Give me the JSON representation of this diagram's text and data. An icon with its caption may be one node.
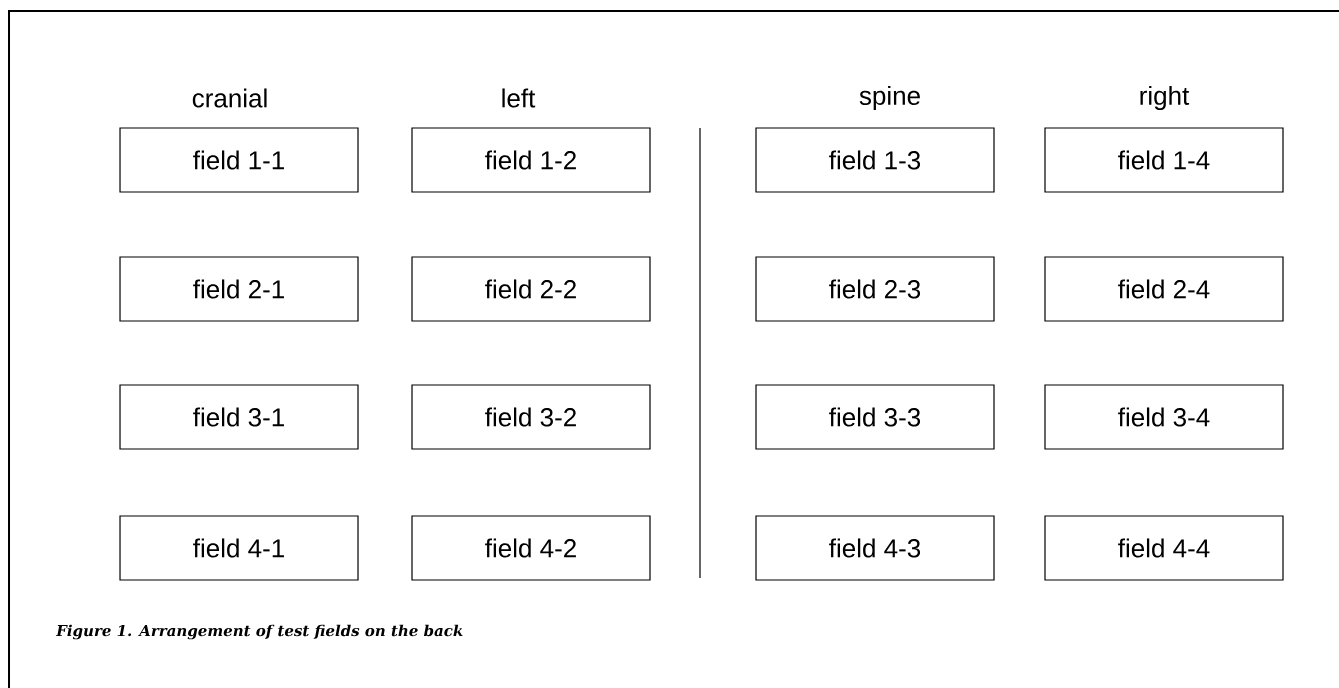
{
  "diagram": {
    "caption": "Figure 1. Arrangement of test fields on the back",
    "nodes": [
      {
        "text": [
          "field 1-1"
        ]
      },
      {
        "text": [
          "field 1-2"
        ]
      },
      {
        "text": [
          "field 1-3"
        ]
      },
      {
        "text": [
          "field 1-4"
        ]
      },
      {
        "text": [
          "field 2-1"
        ]
      },
      {
        "text": [
          "field 2-2"
        ]
      },
      {
        "text": [
          "field 2-3"
        ]
      },
      {
        "text": [
          "field 2-4"
        ]
      },
      {
        "text": [
          "field 3-1"
        ]
      },
      {
        "text": [
          "field 3-2"
        ]
      },
      {
        "text": [
          "field 3-3"
        ]
      },
      {
        "text": [
          "field 3-4"
        ]
      },
      {
        "text": [
          "field 4-1"
        ]
      },
      {
        "text": [
          "field 4-2"
        ]
      },
      {
        "text": [
          "field 4-3"
        ]
      },
      {
        "text": [
          "field 4-4"
        ]
      }
    ],
    "labels": [
      "cranial",
      "left",
      "spine",
      "right"
    ]
  }
}
